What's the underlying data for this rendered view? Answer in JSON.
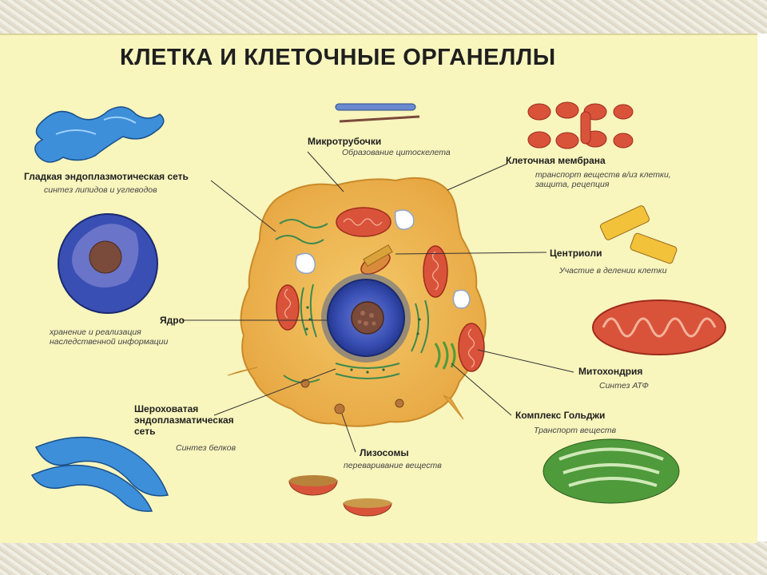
{
  "title": "КЛЕТКА И КЛЕТОЧНЫЕ ОРГАНЕЛЛЫ",
  "organelles": {
    "smooth_er": {
      "label": "Гладкая эндоплазмотическая сеть",
      "desc": "синтез липидов и углеводов"
    },
    "nucleus": {
      "label": "Ядро",
      "desc": [
        "хранение и реализация",
        "наследственной информации"
      ]
    },
    "rough_er": {
      "label": [
        "Шероховатая",
        "эндоплазматическая",
        "сеть"
      ],
      "desc": "Синтез белков"
    },
    "microtubules": {
      "label": "Микротрубочки",
      "desc": "Образование цитоскелета"
    },
    "membrane": {
      "label": "Клеточная мембрана",
      "desc": [
        "транспорт веществ в/из клетки,",
        "защита, рецепция"
      ]
    },
    "centrioles": {
      "label": "Центриоли",
      "desc": "Участие в делении клетки"
    },
    "mitochondria": {
      "label": "Митохондрия",
      "desc": "Синтез АТФ"
    },
    "golgi": {
      "label": "Комплекс Гольджи",
      "desc": "Транспорт веществ"
    },
    "lysosomes": {
      "label": "Лизосомы",
      "desc": "переваривание веществ"
    }
  }
}
